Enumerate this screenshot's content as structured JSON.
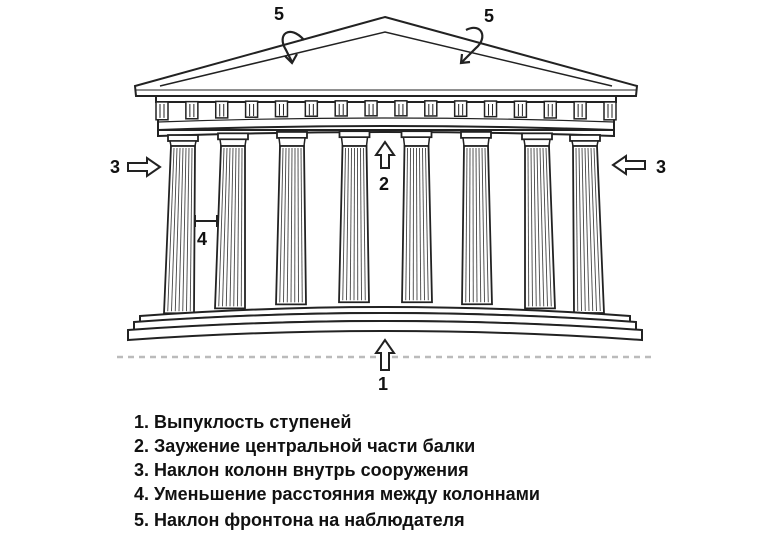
{
  "diagram": {
    "labels": {
      "step_curvature": "1",
      "beam_narrowing": "2",
      "column_tilt_left": "3",
      "column_tilt_right": "3",
      "column_spacing": "4",
      "pediment_tilt_left": "5",
      "pediment_tilt_right": "5"
    },
    "legend": [
      "1. Выпуклость ступеней",
      "2. Заужение центральной части балки",
      "3. Наклон колонн внутрь сооружения",
      "4. Уменьшение расстояния между колоннами",
      "5. Наклон фронтона на наблюдателя"
    ],
    "colors": {
      "line": "#222222",
      "dashed": "#bbbbbb",
      "fill": "#ffffff"
    }
  }
}
